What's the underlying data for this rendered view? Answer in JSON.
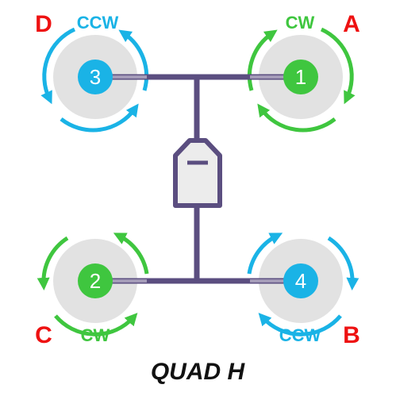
{
  "title": "QUAD H",
  "colors": {
    "cw": "#3fc63f",
    "ccw": "#1ab3e6",
    "corner_label": "#ee1111",
    "frame": "#5b4e80",
    "disc": "#e2e2e2",
    "body_fill": "#ececec"
  },
  "motors": [
    {
      "id": "D",
      "number": "3",
      "rotation": "CCW"
    },
    {
      "id": "A",
      "number": "1",
      "rotation": "CW"
    },
    {
      "id": "C",
      "number": "2",
      "rotation": "CW"
    },
    {
      "id": "B",
      "number": "4",
      "rotation": "CCW"
    }
  ]
}
